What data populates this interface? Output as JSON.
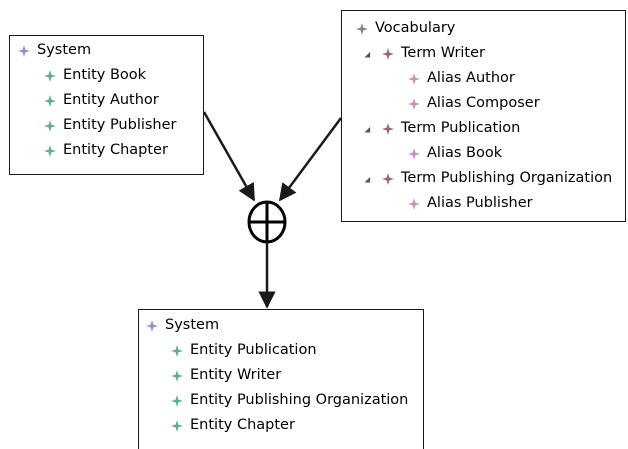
{
  "left_box": {
    "root": {
      "label": "System",
      "icon": "system-star-icon"
    },
    "items": [
      {
        "label": "Entity Book",
        "icon": "entity-star-icon"
      },
      {
        "label": "Entity Author",
        "icon": "entity-star-icon"
      },
      {
        "label": "Entity Publisher",
        "icon": "entity-star-icon"
      },
      {
        "label": "Entity Chapter",
        "icon": "entity-star-icon"
      }
    ]
  },
  "right_box": {
    "root": {
      "label": "Vocabulary",
      "icon": "vocabulary-star-icon"
    },
    "terms": [
      {
        "label": "Term Writer",
        "aliases": [
          "Alias Author",
          "Alias Composer"
        ]
      },
      {
        "label": "Term Publication",
        "aliases": [
          "Alias Book"
        ]
      },
      {
        "label": "Term Publishing Organization",
        "aliases": [
          "Alias Publisher"
        ]
      }
    ]
  },
  "bottom_box": {
    "root": {
      "label": "System",
      "icon": "system-star-icon"
    },
    "items": [
      {
        "label": "Entity Publication",
        "icon": "entity-star-icon"
      },
      {
        "label": "Entity Writer",
        "icon": "entity-star-icon"
      },
      {
        "label": "Entity Publishing Organization",
        "icon": "entity-star-icon"
      },
      {
        "label": "Entity Chapter",
        "icon": "entity-star-icon"
      }
    ]
  },
  "operator": {
    "symbol": "merge-operator-icon"
  },
  "colors": {
    "system_star": "#9b8cc4",
    "entity_star": "#5fae8f",
    "term_star": "#a2607c",
    "alias_star": "#c78fc4",
    "vocab_star": "#8a7f86",
    "line": "#1a1a1a"
  }
}
